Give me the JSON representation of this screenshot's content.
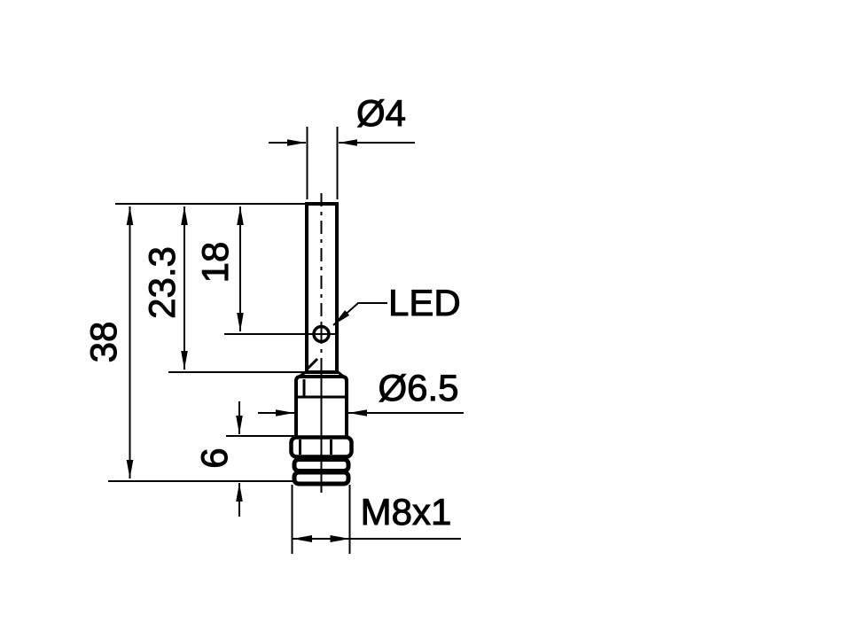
{
  "page": {
    "background_color": "#ffffff",
    "line_color": "#000000",
    "description": "Technical dimension drawing of an M8 inductive proximity sensor with Ø4 sensing tube, side view"
  },
  "drawing": {
    "dimensions": {
      "tube_diameter": "Ø4",
      "overall_length": "38",
      "barrel_length": "23.3",
      "led_distance": "18",
      "thread_length": "6",
      "body_diameter": "Ø6.5",
      "thread_spec": "M8x1"
    },
    "callouts": {
      "led": "LED"
    }
  }
}
